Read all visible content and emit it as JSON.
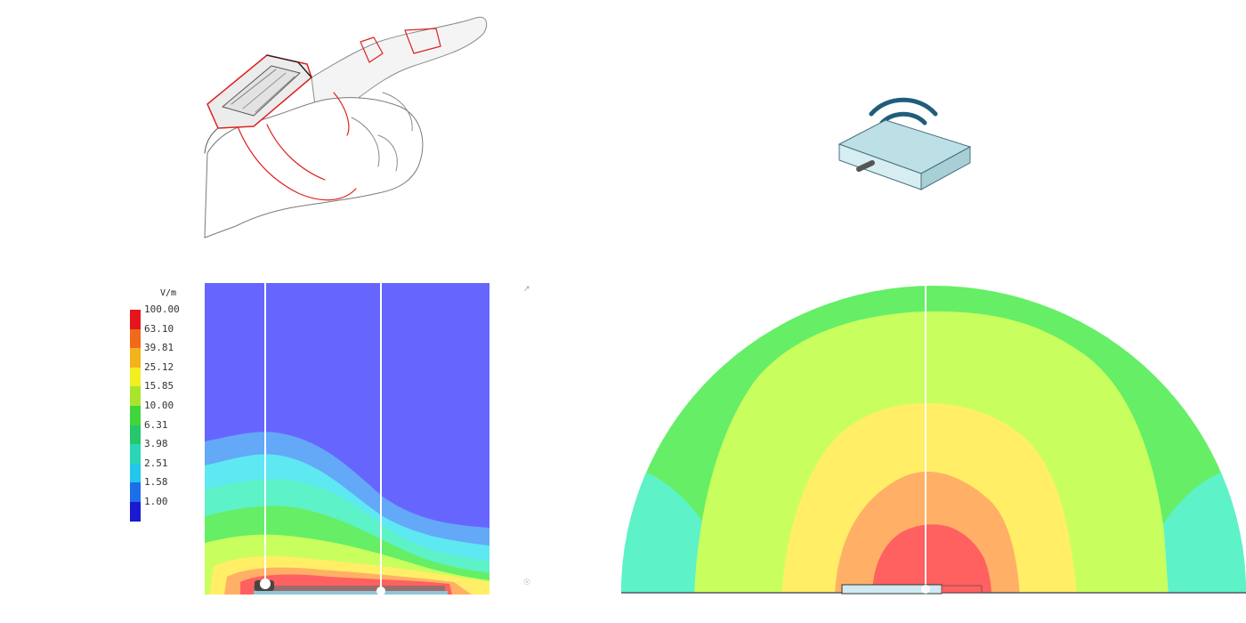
{
  "legend": {
    "unit": "V/m",
    "entries": [
      {
        "value": "100.00",
        "color": "#e8141c"
      },
      {
        "value": "63.10",
        "color": "#f06a1a"
      },
      {
        "value": "39.81",
        "color": "#f4b21c"
      },
      {
        "value": "25.12",
        "color": "#f2ee20"
      },
      {
        "value": "15.85",
        "color": "#a8e52a"
      },
      {
        "value": "10.00",
        "color": "#3fd63a"
      },
      {
        "value": "6.31",
        "color": "#24c86a"
      },
      {
        "value": "3.98",
        "color": "#2ad6b4"
      },
      {
        "value": "2.51",
        "color": "#22c7ea"
      },
      {
        "value": "1.58",
        "color": "#1e6ee8"
      },
      {
        "value": "1.00",
        "color": "#1a1ad0"
      }
    ]
  },
  "field_colors": {
    "background_blue": "#6666ff",
    "light_blue": "#64a8f8",
    "cyan": "#5ee8f2",
    "aqua": "#5ef2c8",
    "green": "#66ee66",
    "yellow_green": "#c8ff5e",
    "yellow": "#ffee66",
    "orange": "#ffb066",
    "red": "#ff6060"
  },
  "icons": {
    "hand": "hand-pointing-icon",
    "wifi_device": "wifi-device-icon"
  },
  "marks": {
    "top": "↗",
    "bottom": "☉"
  }
}
